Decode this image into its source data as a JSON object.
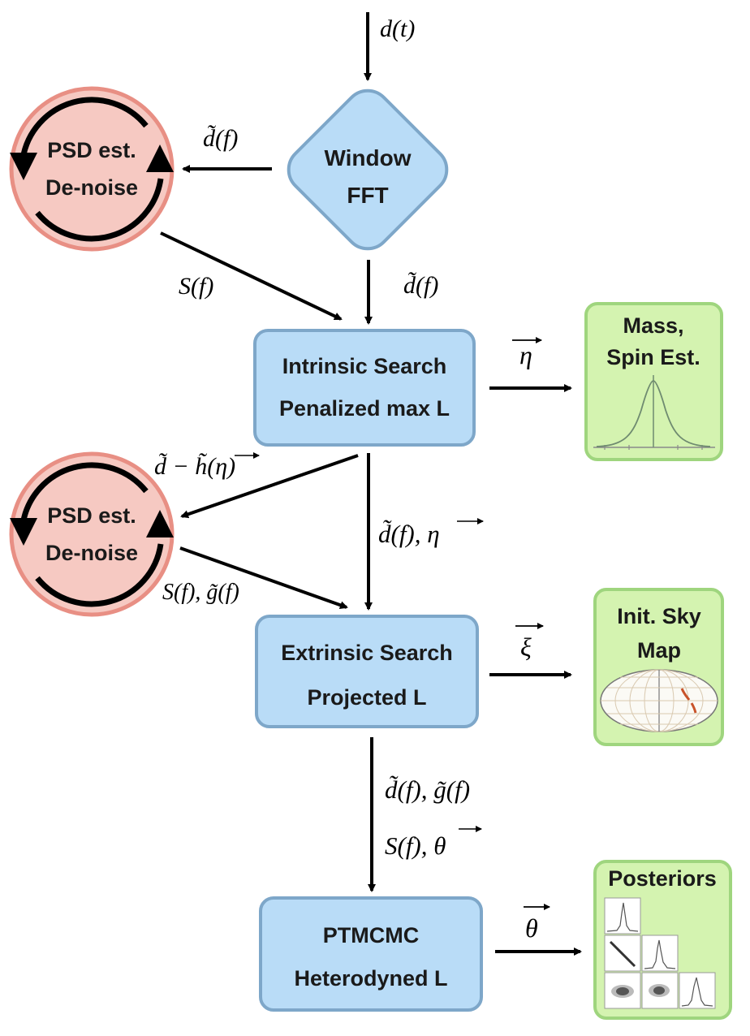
{
  "nodes": {
    "window_fft": {
      "line1": "Window",
      "line2": "FFT"
    },
    "psd_top": {
      "line1": "PSD est.",
      "line2": "De-noise"
    },
    "psd_mid": {
      "line1": "PSD est.",
      "line2": "De-noise"
    },
    "intrinsic": {
      "line1": "Intrinsic Search",
      "line2": "Penalized max L"
    },
    "extrinsic": {
      "line1": "Extrinsic Search",
      "line2": "Projected L"
    },
    "ptmcmc": {
      "line1": "PTMCMC",
      "line2": "Heterodyned L"
    },
    "mass_spin": {
      "line1": "Mass,",
      "line2": "Spin Est."
    },
    "sky_map": {
      "line1": "Init. Sky",
      "line2": "Map"
    },
    "posteriors": {
      "line1": "Posteriors"
    }
  },
  "edge_labels": {
    "input": "d(t)",
    "fft_to_psd": "d̃(f)",
    "psd_to_intrinsic": "S(f)",
    "fft_to_intrinsic": "d̃(f)",
    "intrinsic_out": "η",
    "residual": "d̃ − h̃(η)",
    "intrinsic_to_extrinsic": "d̃(f), η",
    "psd_to_extrinsic": "S(f), g̃(f)",
    "extrinsic_out": "ξ",
    "extrinsic_to_ptmcmc_1": "d̃(f), g̃(f)",
    "extrinsic_to_ptmcmc_2": "S(f), θ",
    "ptmcmc_out": "θ"
  },
  "colors": {
    "process_fill": "#b9dcf7",
    "process_stroke": "#7ea7c9",
    "psd_fill": "#f6c9c2",
    "psd_stroke": "#e88f84",
    "output_fill": "#d4f3b0",
    "output_stroke": "#9fd57e",
    "sky_highlight": "#c8532a"
  }
}
